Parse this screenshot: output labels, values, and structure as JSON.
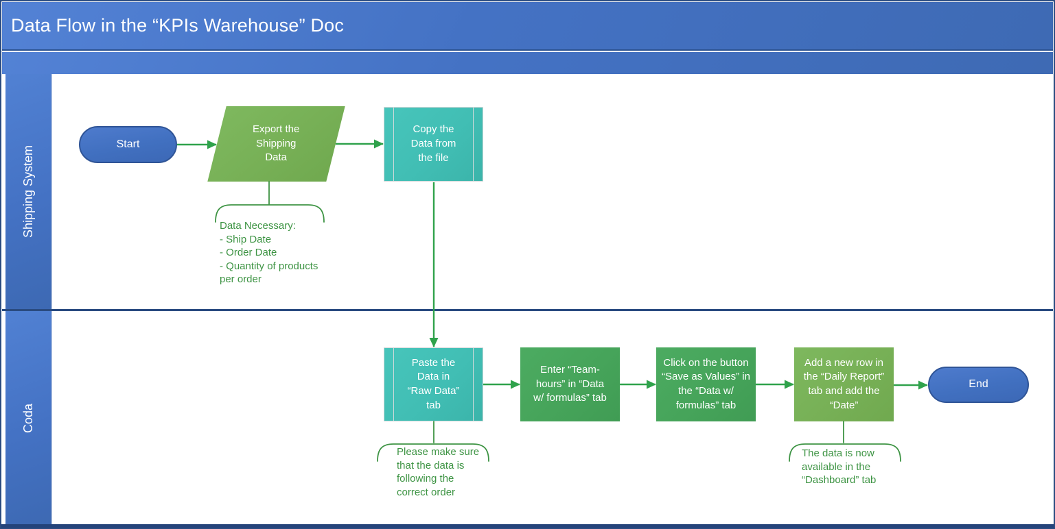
{
  "title": "Data Flow in the “KPIs Warehouse” Doc",
  "lanes": [
    {
      "label": "Shipping System"
    },
    {
      "label": "Coda"
    }
  ],
  "nodes": {
    "start": {
      "label": "Start",
      "type": "terminator"
    },
    "export": {
      "label": "Export the\nShipping\nData",
      "type": "data-parallelogram"
    },
    "copy": {
      "label": "Copy the\nData from\nthe file",
      "type": "predefined-process"
    },
    "paste": {
      "label": "Paste the\nData in\n“Raw Data”\ntab",
      "type": "predefined-process"
    },
    "enter": {
      "label": "Enter “Team-\nhours” in “Data\nw/ formulas” tab",
      "type": "process"
    },
    "click": {
      "label": "Click on the button\n“Save as Values” in\nthe “Data w/\nformulas” tab",
      "type": "process"
    },
    "add": {
      "label": "Add a new row in\nthe “Daily Report”\ntab and add the\n“Date”",
      "type": "process"
    },
    "end": {
      "label": "End",
      "type": "terminator"
    }
  },
  "annotations": {
    "data_necessary": {
      "text": "Data Necessary:\n- Ship Date\n- Order Date\n- Quantity of products\nper order"
    },
    "correct_order": {
      "text": "Please make sure\nthat the data is\nfollowing the\ncorrect order"
    },
    "dashboard": {
      "text": "The data is now\navailable in the\n“Dashboard” tab"
    }
  },
  "colors": {
    "band_blue": "#4472c4",
    "navy_line": "#2a4b80",
    "terminator_blue": "#4472c4",
    "terminator_border": "#2f5496",
    "teal": "#41beb4",
    "green": "#46a45a",
    "yellow_green": "#77b056",
    "arrow_green": "#2fa24b",
    "annotation_green": "#3e9444"
  }
}
